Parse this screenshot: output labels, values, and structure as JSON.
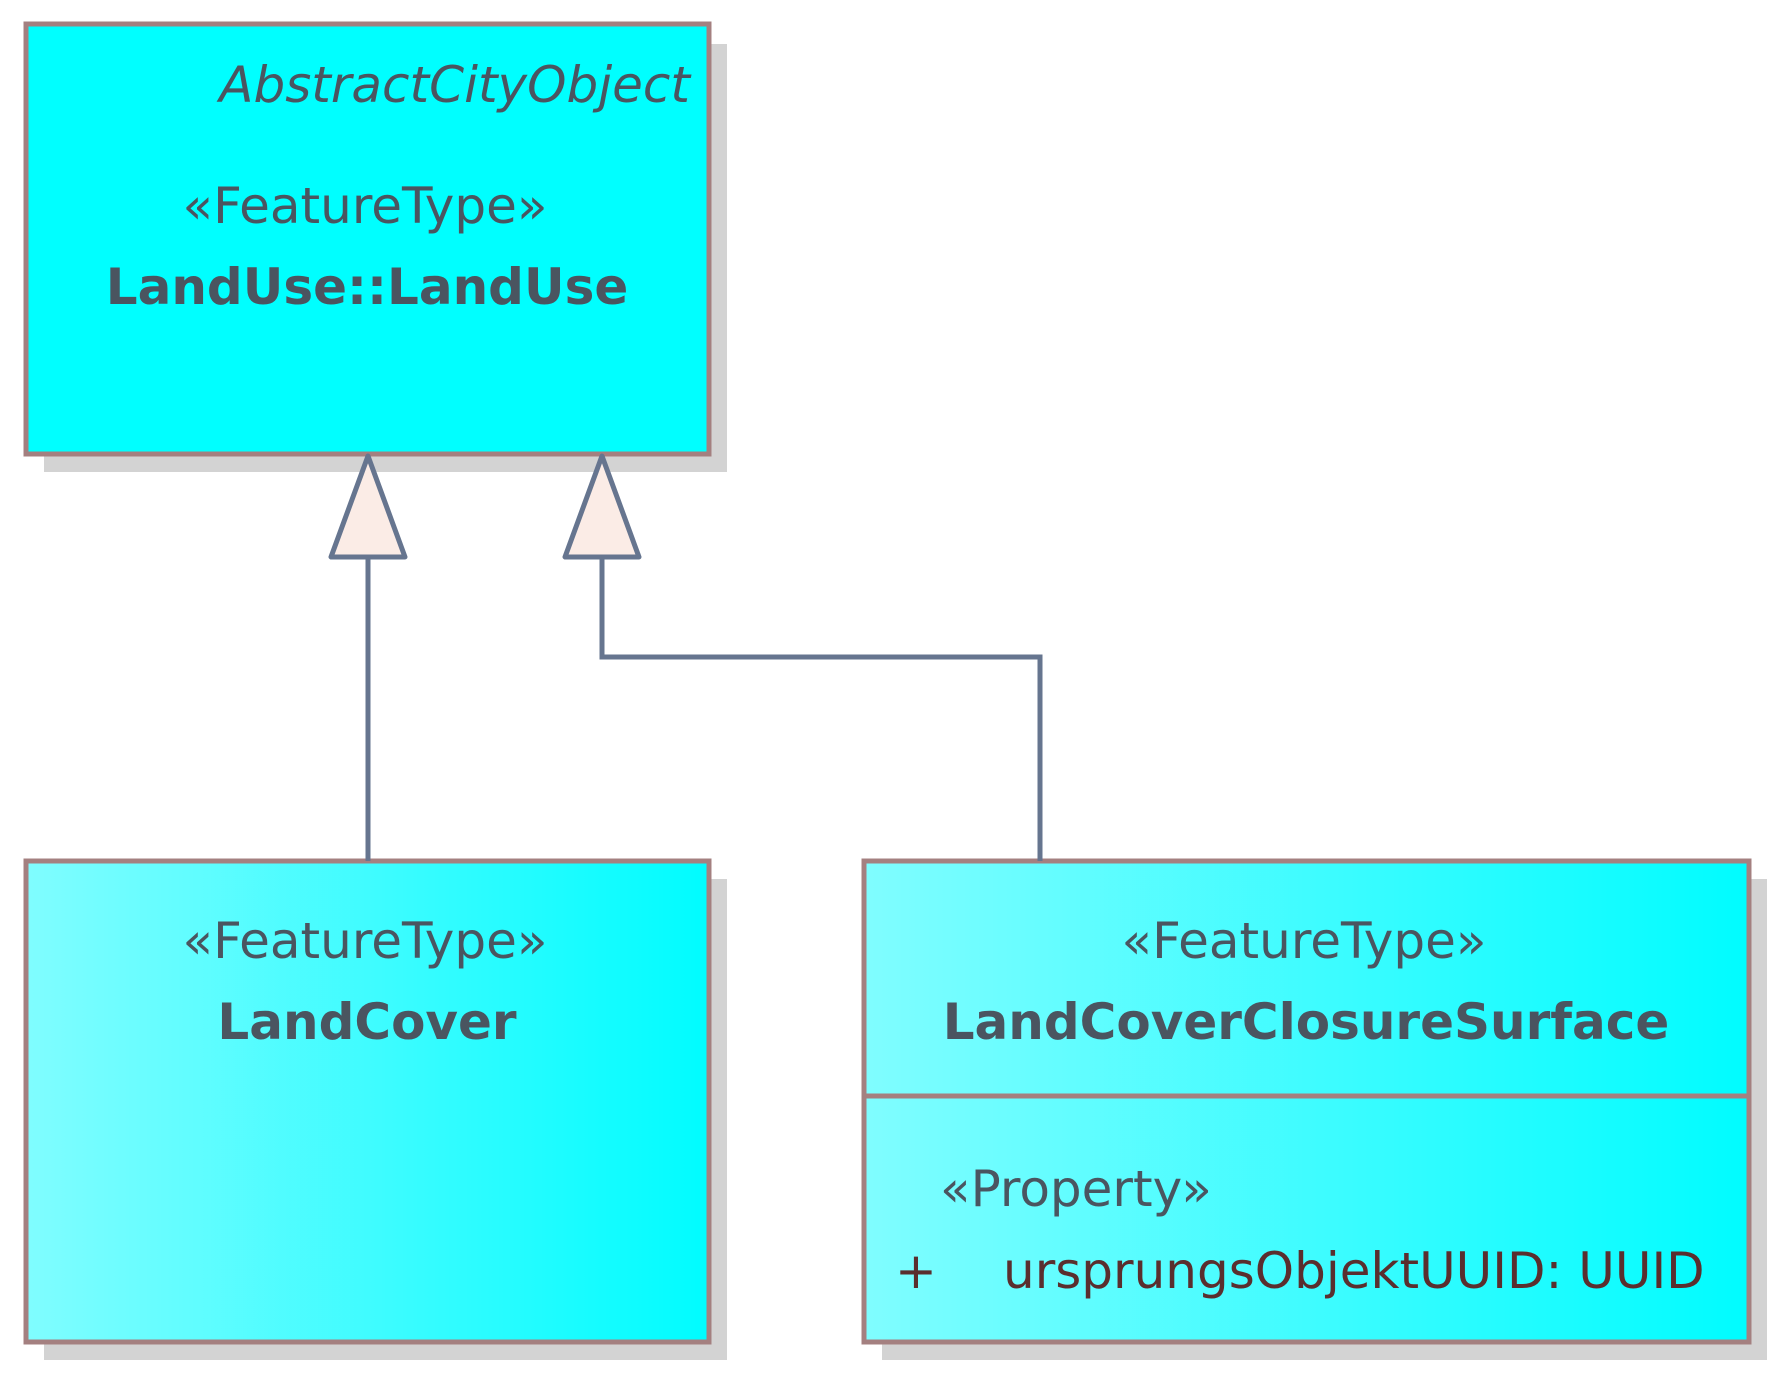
{
  "colors": {
    "class_fill": "#00ffff",
    "gradient_left": "#7ffcff",
    "border": "#a07a7a",
    "shadow": "#d0d0d0",
    "connector": "#66758f",
    "triangle_fill": "#fbece6"
  },
  "classes": {
    "landuse": {
      "parent_label": "AbstractCityObject",
      "stereotype": "«FeatureType»",
      "name": "LandUse::LandUse"
    },
    "landcover": {
      "stereotype": "«FeatureType»",
      "name": "LandCover"
    },
    "closure": {
      "stereotype": "«FeatureType»",
      "name": "LandCoverClosureSurface",
      "attr_stereotype": "«Property»",
      "attr_visibility": "+",
      "attr_text": "ursprungsObjektUUID: UUID"
    }
  },
  "relations": [
    {
      "type": "generalization",
      "from": "LandCover",
      "to": "LandUse::LandUse"
    },
    {
      "type": "generalization",
      "from": "LandCoverClosureSurface",
      "to": "LandUse::LandUse"
    }
  ]
}
